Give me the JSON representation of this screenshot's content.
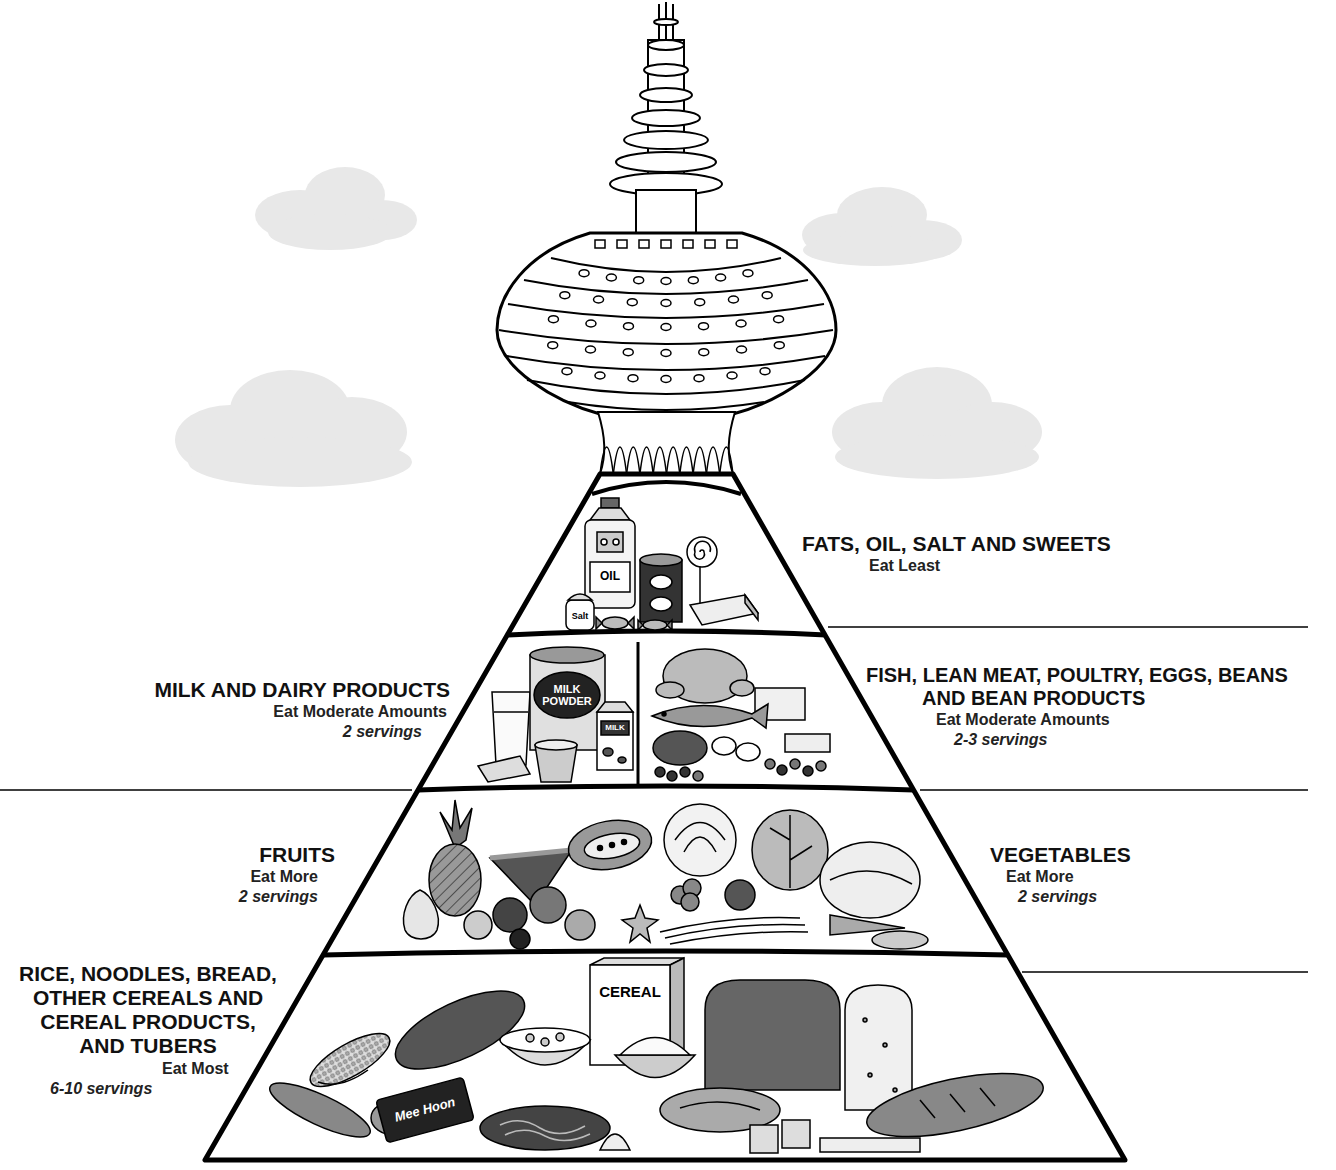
{
  "diagram": {
    "nodes": [
      {
        "text": [
          "FATS, OIL, SALT AND SWEETS",
          "Eat Least"
        ]
      },
      {
        "text": [
          "MILK AND DAIRY PRODUCTS",
          "Eat Moderate Amounts",
          "2 servings"
        ]
      },
      {
        "text": [
          "FISH, LEAN MEAT, POULTRY, EGGS, BEANS AND BEAN PRODUCTS",
          "Eat Moderate Amounts",
          "2-3 servings"
        ]
      },
      {
        "text": [
          "FRUITS",
          "Eat More",
          "2 servings"
        ]
      },
      {
        "text": [
          "VEGETABLES",
          "Eat More",
          "2 servings"
        ]
      },
      {
        "text": [
          "RICE, NOODLES, BREAD, OTHER CEREALS AND CEREAL PRODUCTS, AND TUBERS",
          "Eat Most",
          "6-10 servings"
        ]
      }
    ],
    "labels": [
      "OIL",
      "Salt",
      "MILK POWDER",
      "MILK",
      "CEREAL",
      "Mee Hoon"
    ]
  }
}
